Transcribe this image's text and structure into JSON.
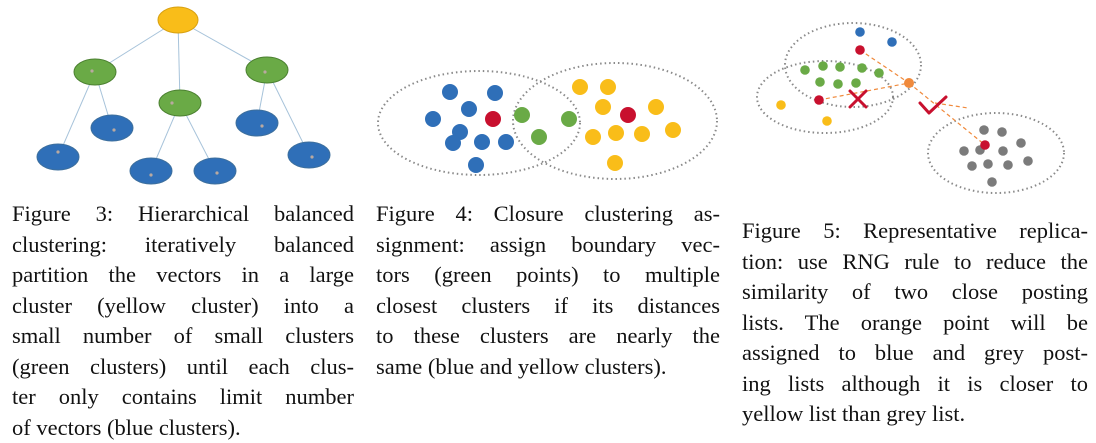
{
  "figures": [
    {
      "caption_lines": [
        "Figure 3: Hierarchical balanced",
        "clustering: iteratively balanced",
        "partition the vectors in a large",
        "cluster (yellow cluster) into a",
        "small number of small clusters",
        "(green clusters) until each clus-",
        "ter only contains limit number",
        "of vectors (blue clusters)."
      ]
    },
    {
      "caption_lines": [
        "Figure 4: Closure clustering as-",
        "signment: assign boundary vec-",
        "tors (green points) to multiple",
        "closest clusters if its distances",
        "to these clusters are nearly the",
        "same (blue and yellow clusters)."
      ]
    },
    {
      "caption_lines": [
        "Figure 5: Representative replica-",
        "tion: use RNG rule to reduce the",
        "similarity of two close posting",
        "lists. The orange point will be",
        "assigned to blue and grey post-",
        "ing lists although it is closer to",
        "yellow list than grey list."
      ]
    }
  ],
  "colors": {
    "blue": "#2f6fb8",
    "green": "#6aaa46",
    "yellow": "#f9bd19",
    "red": "#c8102e",
    "orange": "#f08a3c",
    "grey": "#7b7b7b",
    "edge": "#a7c3da"
  }
}
